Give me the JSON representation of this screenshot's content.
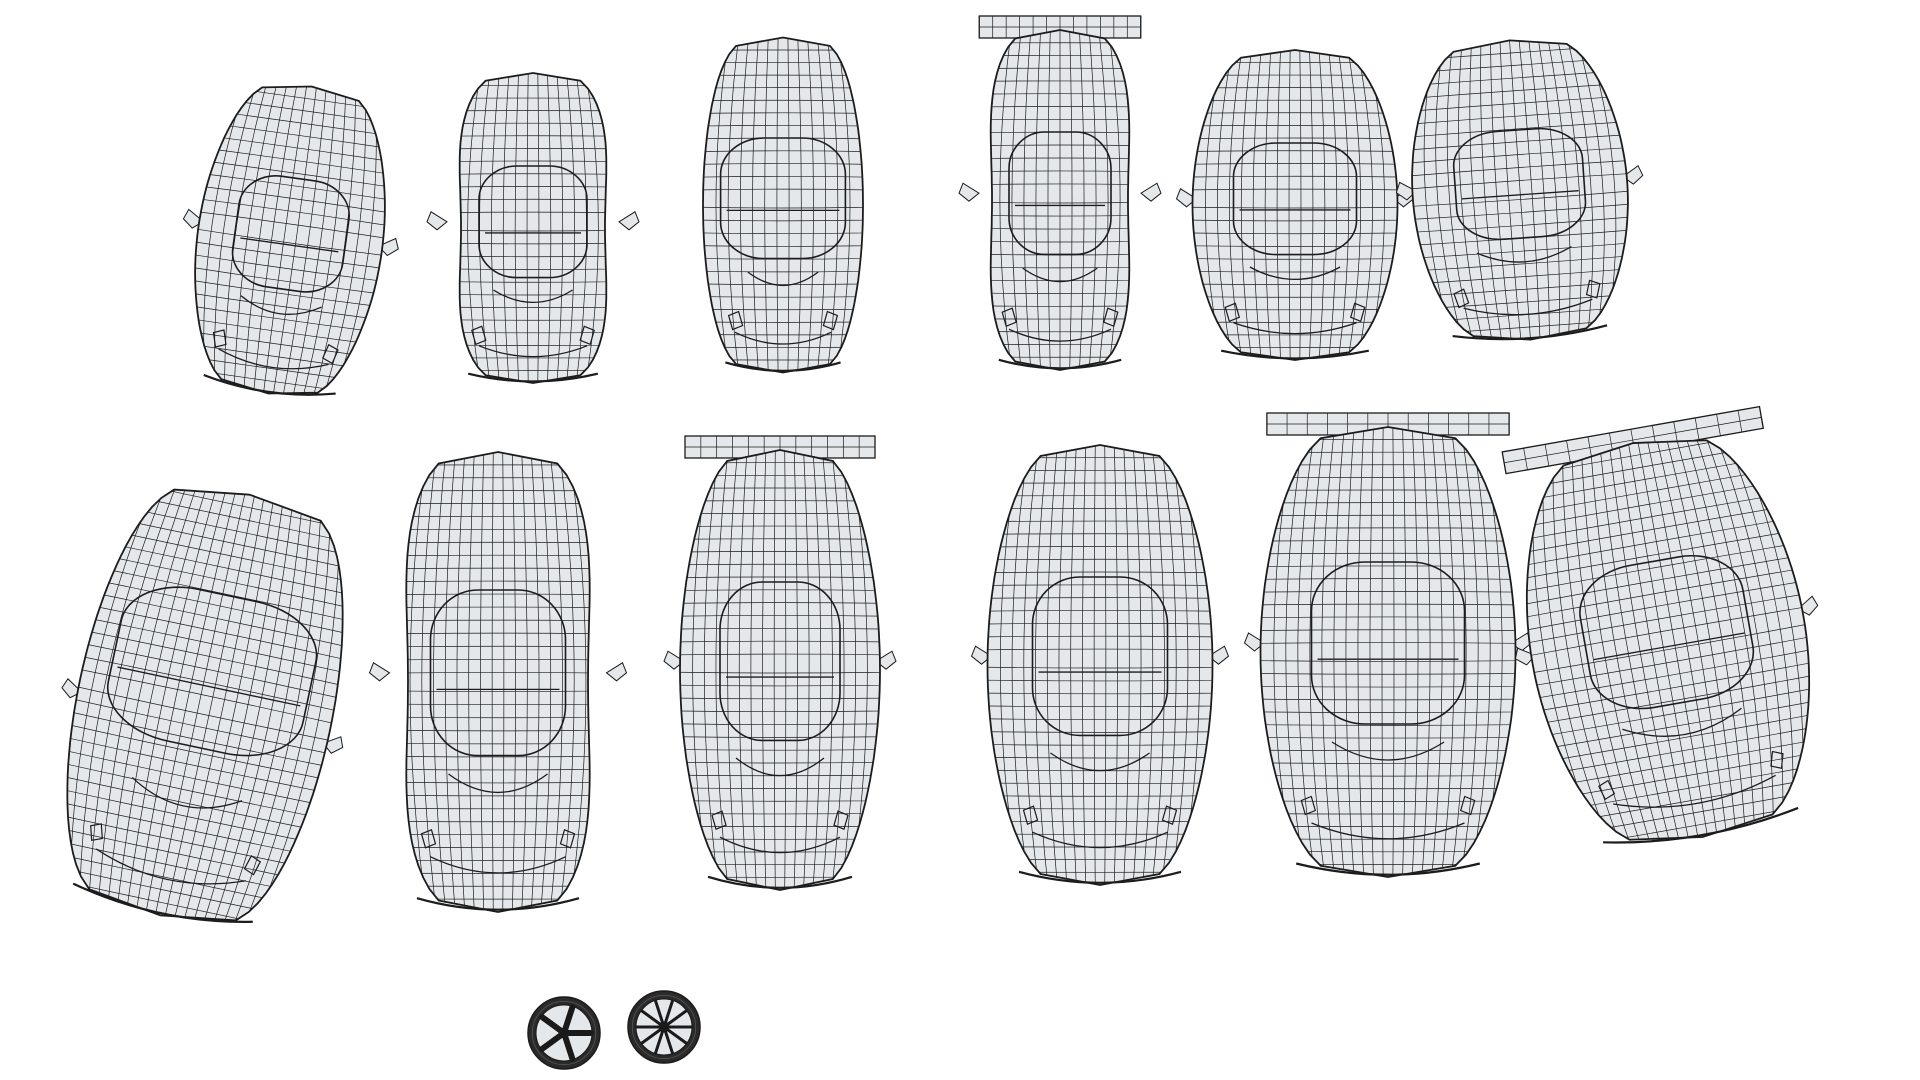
{
  "scene": {
    "background": "#ffffff",
    "mesh_fill": "#e4e8ea",
    "wire_color": "#1c1c1c",
    "models": [
      {
        "name": "car-1",
        "kind": "coupe",
        "wing": false,
        "mirrors": true
      },
      {
        "name": "car-2",
        "kind": "hypercar",
        "wing": false,
        "mirrors": true
      },
      {
        "name": "car-3",
        "kind": "hatch",
        "wing": false,
        "mirrors": false
      },
      {
        "name": "car-4",
        "kind": "racer",
        "wing": true,
        "mirrors": true
      },
      {
        "name": "car-5",
        "kind": "supercar",
        "wing": false,
        "mirrors": true
      },
      {
        "name": "car-6",
        "kind": "coupe",
        "wing": false,
        "mirrors": true
      },
      {
        "name": "car-7",
        "kind": "sedan",
        "wing": false,
        "mirrors": true
      },
      {
        "name": "car-8",
        "kind": "hypercar",
        "wing": false,
        "mirrors": true
      },
      {
        "name": "car-9",
        "kind": "gt-racer",
        "wing": true,
        "mirrors": true
      },
      {
        "name": "car-10",
        "kind": "supercar",
        "wing": false,
        "mirrors": true
      },
      {
        "name": "car-11",
        "kind": "gt-racer",
        "wing": true,
        "mirrors": true
      },
      {
        "name": "car-12",
        "kind": "supercar",
        "wing": true,
        "mirrors": true
      }
    ],
    "wheels": [
      {
        "name": "wheel-1",
        "spokes": 5
      },
      {
        "name": "wheel-2",
        "spokes": 10
      }
    ]
  }
}
